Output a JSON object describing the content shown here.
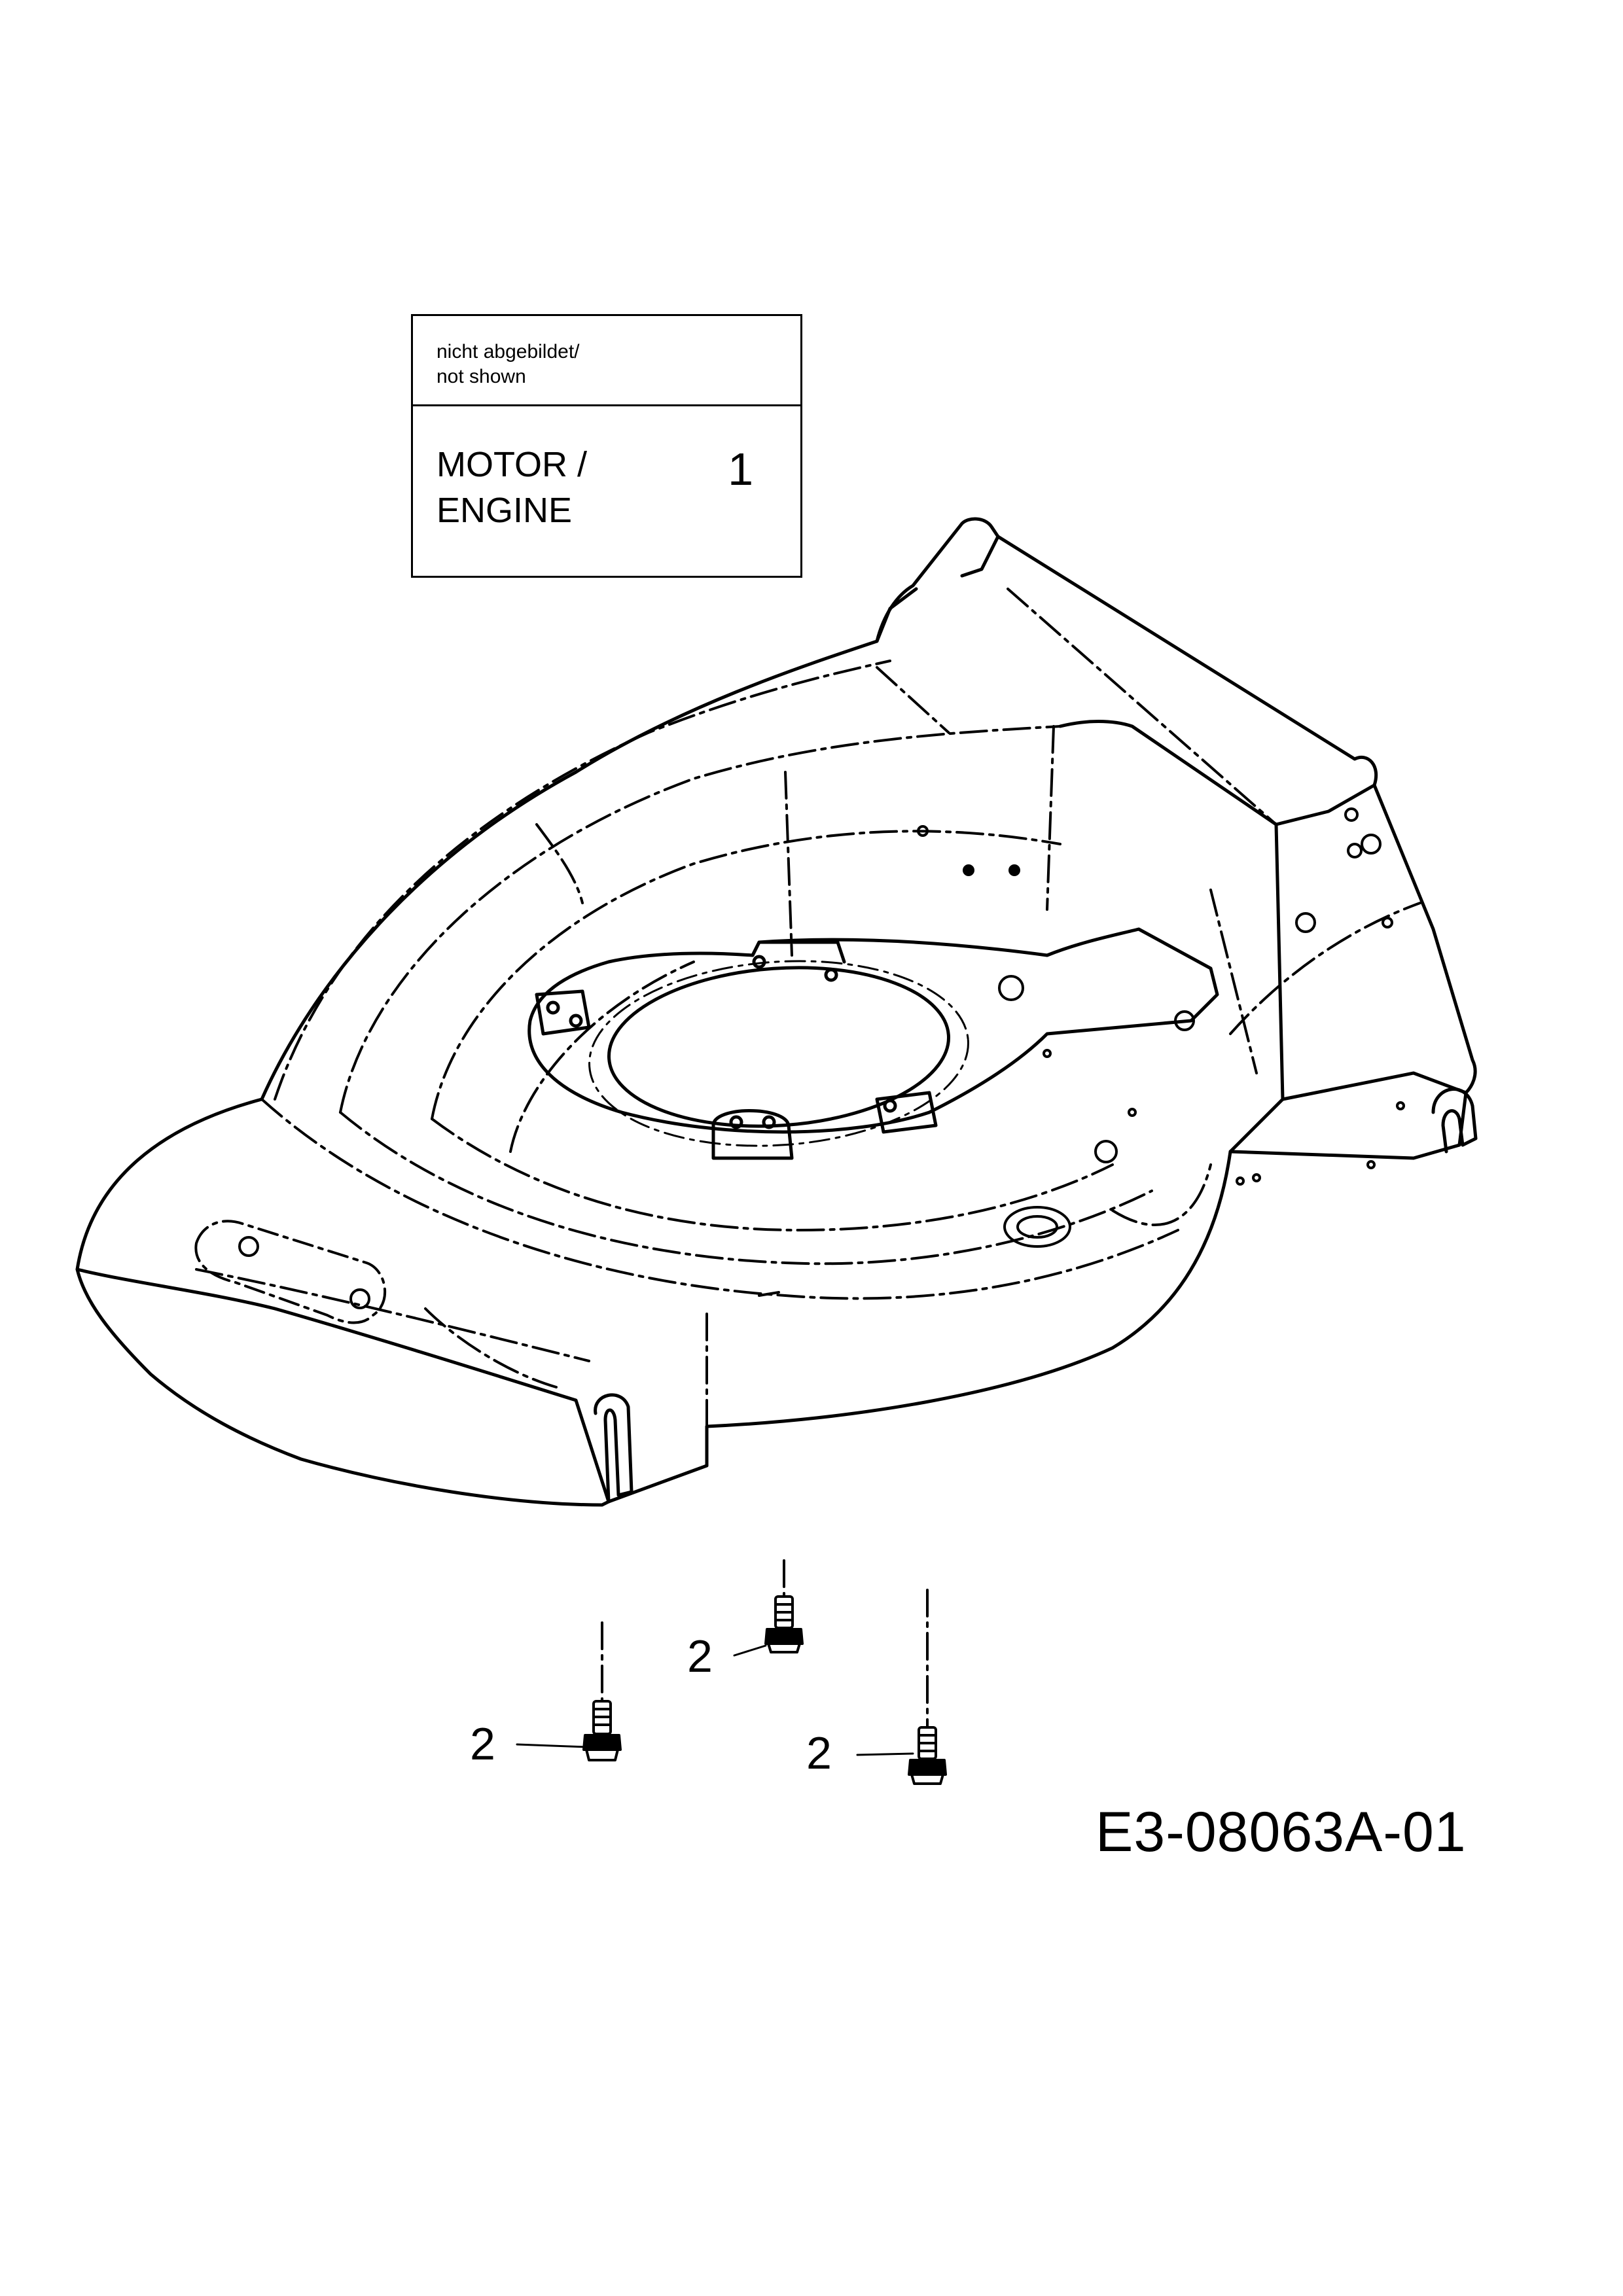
{
  "legend": {
    "not_shown_line1": "nicht abgebildet/",
    "not_shown_line2": "not shown",
    "part_line1": "MOTOR /",
    "part_line2": "ENGINE",
    "part_number": "1"
  },
  "callouts": {
    "screw_top": "2",
    "screw_left": "2",
    "screw_right": "2"
  },
  "drawing_code": "E3-08063A-01"
}
